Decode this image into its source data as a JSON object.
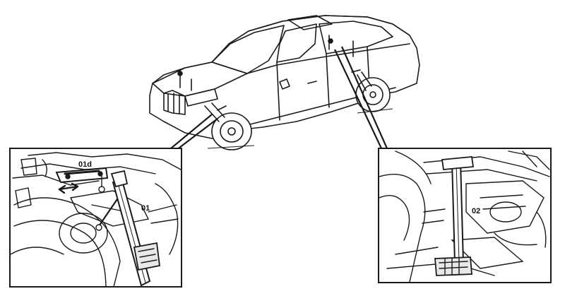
{
  "figure": {
    "labels": {
      "front_link": "01d",
      "front_tool": "01",
      "rear_tool": "02"
    },
    "colors": {
      "ink": "#1a1a1a",
      "paper": "#ffffff",
      "shade": "#d9d9d9"
    }
  }
}
